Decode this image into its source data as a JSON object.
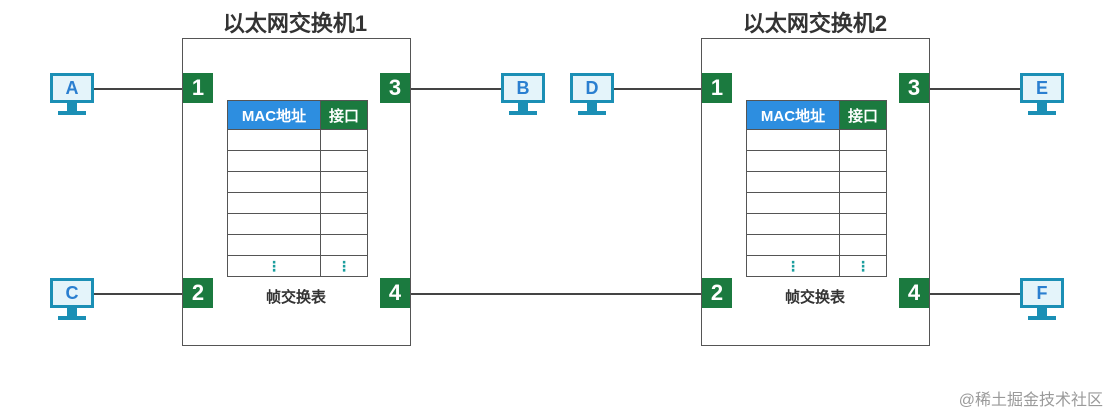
{
  "switches": [
    {
      "title": "以太网交换机1",
      "ports": [
        "1",
        "2",
        "3",
        "4"
      ],
      "table": {
        "col_mac": "MAC地址",
        "col_port": "接口",
        "ellipsis": "⋮",
        "caption": "帧交换表"
      }
    },
    {
      "title": "以太网交换机2",
      "ports": [
        "1",
        "2",
        "3",
        "4"
      ],
      "table": {
        "col_mac": "MAC地址",
        "col_port": "接口",
        "ellipsis": "⋮",
        "caption": "帧交换表"
      }
    }
  ],
  "hosts": {
    "a": "A",
    "b": "B",
    "c": "C",
    "d": "D",
    "e": "E",
    "f": "F"
  },
  "watermark": "@稀土掘金技术社区",
  "colors": {
    "port_green": "#1b7a3f",
    "mac_header_blue": "#2d8ee0",
    "host_blue": "#1b8fb5"
  }
}
